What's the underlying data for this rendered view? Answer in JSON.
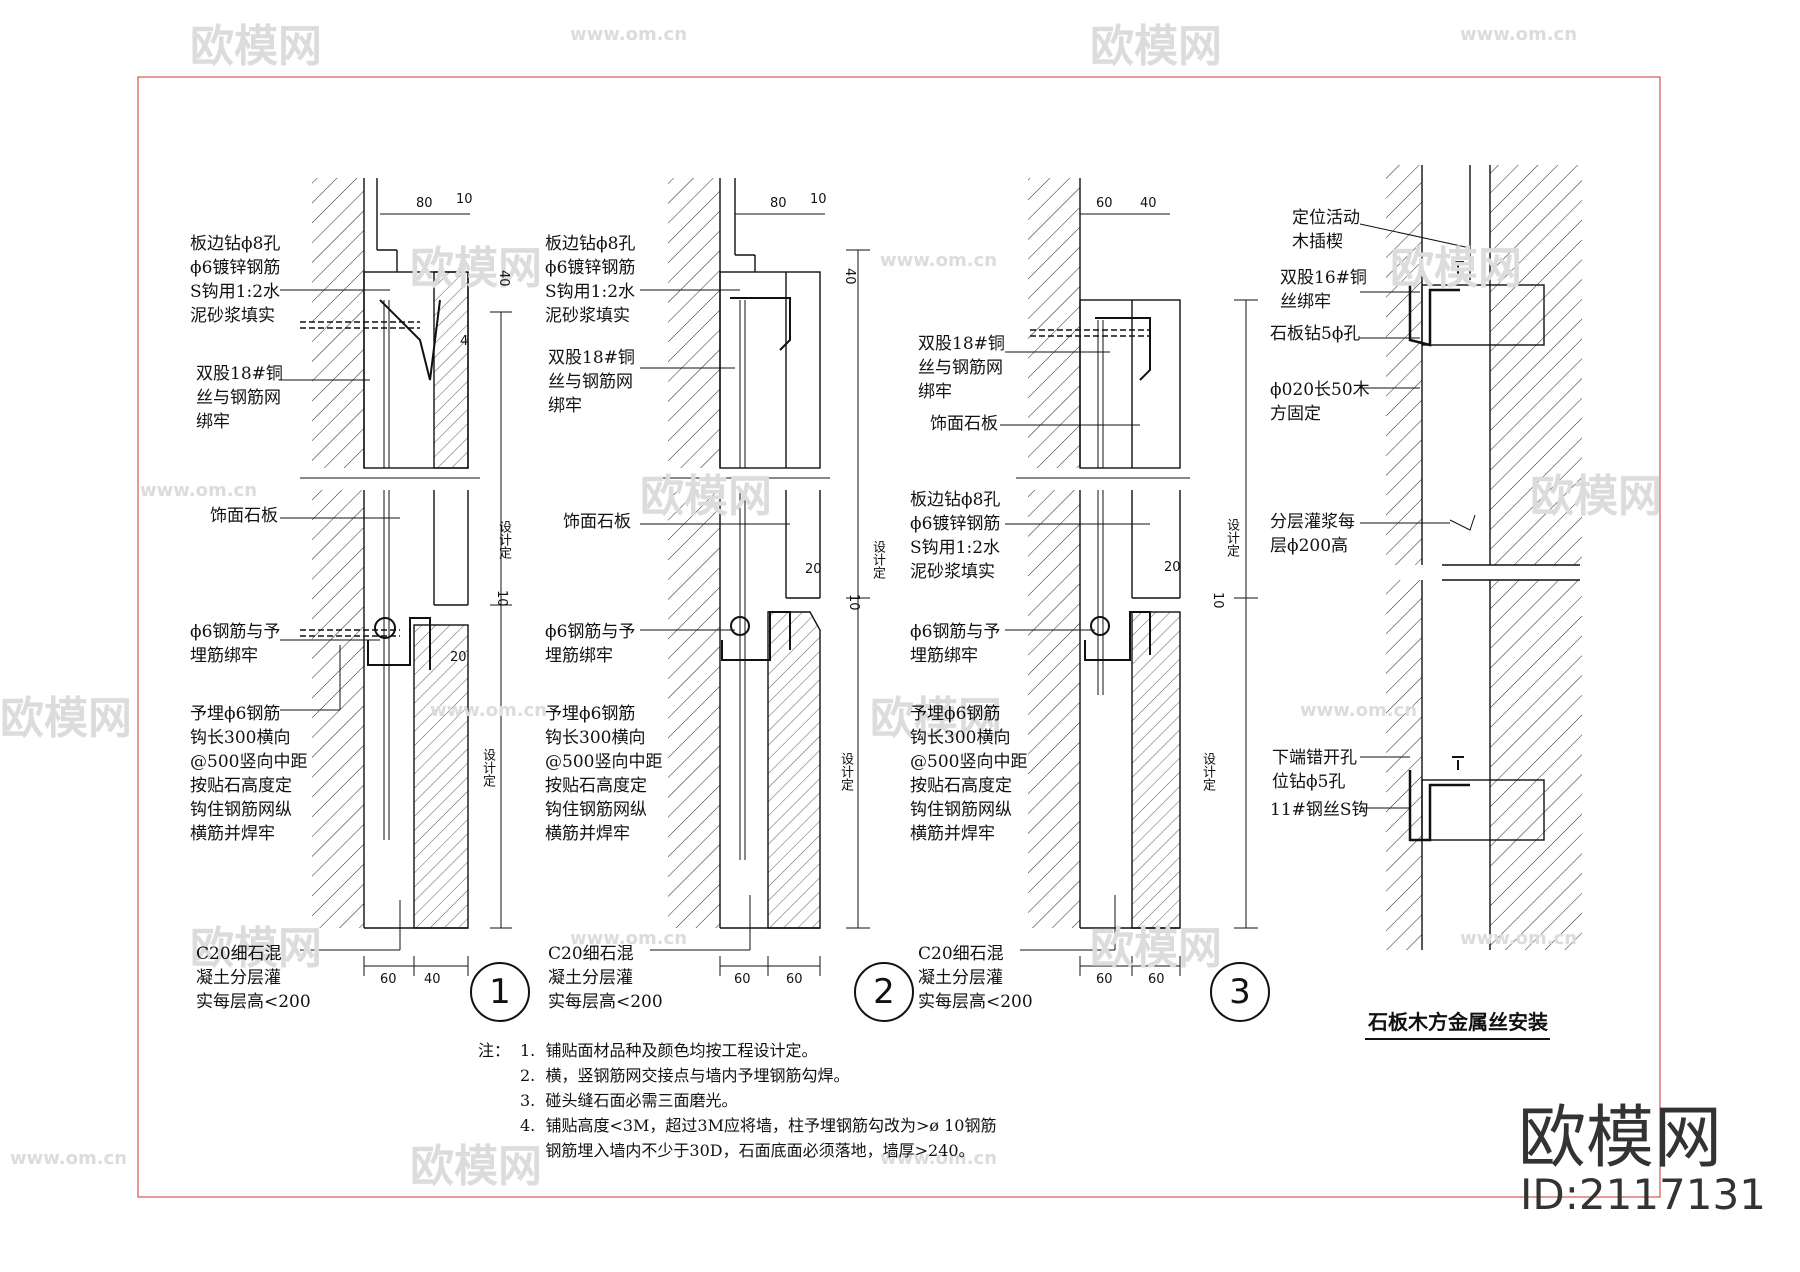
{
  "details": [
    {
      "number": "1",
      "top_dims": {
        "a": "80",
        "b": "10",
        "c": "40",
        "d": "4"
      },
      "labels": {
        "drill": "板边钻ϕ8孔\nϕ6镀锌钢筋\nS钩用1:2水\n泥砂浆填实",
        "wire": "双股18#铜\n丝与钢筋网\n绑牢",
        "stone": "饰面石板",
        "rebar_tie": "ϕ6钢筋与予\n埋筋绑牢",
        "embed": "予埋ϕ6钢筋\n钩长300横向\n@500竖向中距\n按贴石高度定\n钩住钢筋网纵\n横筋并焊牢",
        "concrete": "C20细石混\n凝土分层灌\n实每层高<200"
      },
      "mid_dims": {
        "a": "10",
        "b": "20"
      },
      "vert_dims": {
        "upper": "设计定",
        "lower": "设计定"
      },
      "bottom_dims": {
        "a": "60",
        "b": "40"
      }
    },
    {
      "number": "2",
      "top_dims": {
        "a": "80",
        "b": "10",
        "c": "40"
      },
      "labels": {
        "drill": "板边钻ϕ8孔\nϕ6镀锌钢筋\nS钩用1:2水\n泥砂浆填实",
        "wire": "双股18#铜\n丝与钢筋网\n绑牢",
        "stone": "饰面石板",
        "rebar_tie": "ϕ6钢筋与予\n埋筋绑牢",
        "embed": "予埋ϕ6钢筋\n钩长300横向\n@500竖向中距\n按贴石高度定\n钩住钢筋网纵\n横筋并焊牢",
        "concrete": "C20细石混\n凝土分层灌\n实每层高<200"
      },
      "mid_dims": {
        "a": "20",
        "b": "10"
      },
      "vert_dims": {
        "upper": "设计定",
        "lower": "设计定"
      },
      "bottom_dims": {
        "a": "60",
        "b": "60"
      }
    },
    {
      "number": "3",
      "top_dims": {
        "a": "60",
        "b": "40"
      },
      "labels": {
        "wire": "双股18#铜\n丝与钢筋网\n绑牢",
        "stone": "饰面石板",
        "drill": "板边钻ϕ8孔\nϕ6镀锌钢筋\nS钩用1:2水\n泥砂浆填实",
        "rebar_tie": "ϕ6钢筋与予\n埋筋绑牢",
        "embed": "予埋ϕ6钢筋\n钩长300横向\n@500竖向中距\n按贴石高度定\n钩住钢筋网纵\n横筋并焊牢",
        "concrete": "C20细石混\n凝土分层灌\n实每层高<200"
      },
      "mid_dims": {
        "a": "20",
        "b": "10"
      },
      "vert_dims": {
        "upper": "设计定",
        "lower": "设计定"
      },
      "bottom_dims": {
        "a": "60",
        "b": "60"
      }
    }
  ],
  "install": {
    "title": "石板木方金属丝安装",
    "labels": {
      "wedge": "定位活动\n木插楔",
      "copper": "双股16#铜\n丝绑牢",
      "hole": "石板钻5ϕ孔",
      "wood": "ϕ020长50木\n方固定",
      "grout": "分层灌浆每\n层ϕ200高",
      "offset": "下端错开孔\n位钻ϕ5孔",
      "shook": "11#钢丝S钩"
    }
  },
  "notes": {
    "prefix": "注：",
    "items": [
      "1.  铺贴面材品种及颜色均按工程设计定。",
      "2.  横，竖钢筋网交接点与墙内予埋钢筋勾焊。",
      "3.  碰头缝石面必需三面磨光。",
      "4.  铺贴高度<3M，超过3M应将墙，柱予埋钢筋勾改为>ø 10钢筋\n     钢筋埋入墙内不少于30D，石面底面必须落地，墙厚>240。"
    ]
  },
  "watermark": {
    "brand": "欧模网",
    "url": "www.om.cn",
    "id": "ID:2117131"
  },
  "colors": {
    "frame": "#d9534f",
    "ink": "#111111",
    "watermark": "#dcdcdc"
  }
}
